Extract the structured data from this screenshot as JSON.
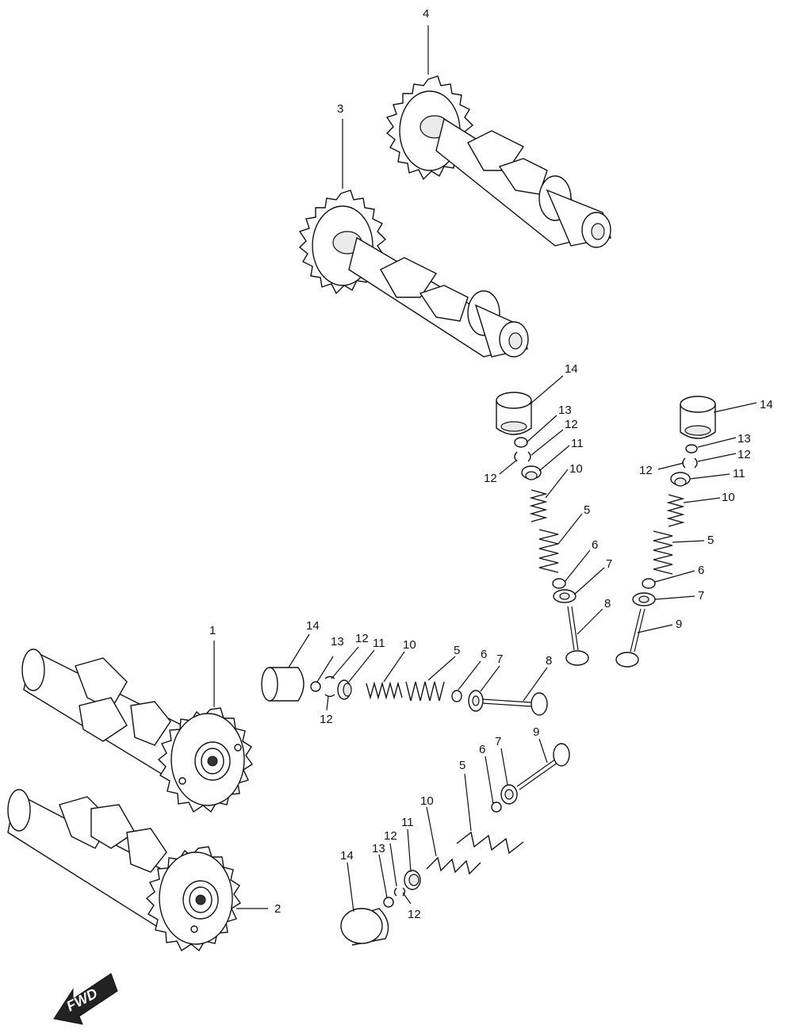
{
  "callouts": {
    "c1": "1",
    "c2": "2",
    "c3": "3",
    "c4": "4",
    "u14a": "14",
    "u13a": "13",
    "u12a": "12",
    "u12b": "12",
    "u11a": "11",
    "u10a": "10",
    "u5a": "5",
    "u6a": "6",
    "u7a": "7",
    "u8a": "8",
    "u14b": "14",
    "u13b": "13",
    "u12c": "12",
    "u12d": "12",
    "u11b": "11",
    "u10b": "10",
    "u5b": "5",
    "u6b": "6",
    "u7b": "7",
    "u9a": "9",
    "h14": "14",
    "h13": "13",
    "h12a": "12",
    "h11": "11",
    "h10": "10",
    "h5": "5",
    "h6": "6",
    "h7": "7",
    "h8": "8",
    "h12b": "12",
    "l14": "14",
    "l13": "13",
    "l12a": "12",
    "l11": "11",
    "l10": "10",
    "l5": "5",
    "l6": "6",
    "l7": "7",
    "l9": "9",
    "l12b": "12"
  },
  "fwd_label": "FWD"
}
